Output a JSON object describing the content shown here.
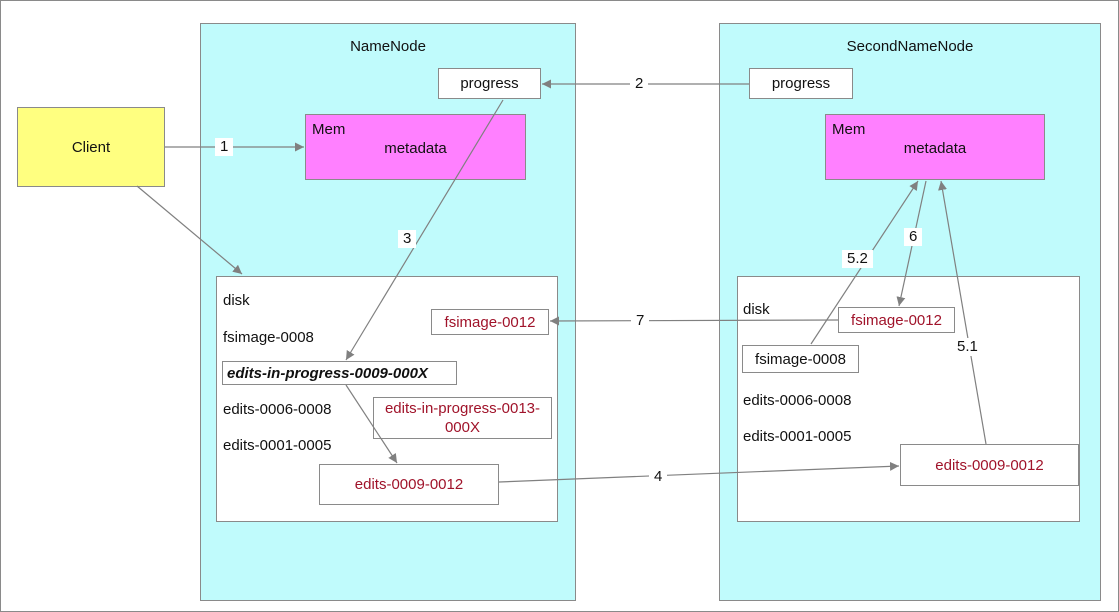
{
  "namenode": {
    "title": "NameNode",
    "progress": "progress",
    "mem_label": "Mem",
    "mem_content": "metadata",
    "disk_label": "disk",
    "files": {
      "fsimage_old": "fsimage-0008",
      "edits_in_progress": "edits-in-progress-0009-000X",
      "edits_a": "edits-0006-0008",
      "edits_b": "edits-0001-0005",
      "fsimage_new": "fsimage-0012",
      "edits_new_in_progress": "edits-in-progress-0013-000X",
      "edits_rolled": "edits-0009-0012"
    }
  },
  "secondary": {
    "title": "SecondNameNode",
    "progress": "progress",
    "mem_label": "Mem",
    "mem_content": "metadata",
    "disk_label": "disk",
    "files": {
      "fsimage_new": "fsimage-0012",
      "fsimage_old": "fsimage-0008",
      "edits_a": "edits-0006-0008",
      "edits_b": "edits-0001-0005",
      "edits_copied": "edits-0009-0012"
    }
  },
  "client": {
    "label": "Client"
  },
  "steps": [
    "1",
    "2",
    "3",
    "4",
    "5.1",
    "5.2",
    "6",
    "7"
  ],
  "colors": {
    "node_bg": "#c0fbfc",
    "mem_bg": "#ff80ff",
    "client_bg": "#ffff80",
    "highlight_text": "#a0132a",
    "arrow": "#808080"
  }
}
